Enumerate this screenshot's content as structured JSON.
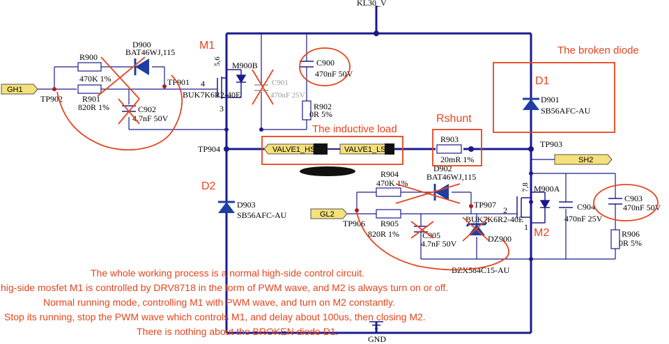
{
  "colors": {
    "wire": "#1a1a8c",
    "ink": "#e5441c",
    "flag": "#f5e07a",
    "part": "#1f3ea3",
    "pin": "#b81c1c"
  },
  "supply": {
    "top": "KL30_V",
    "bottom": "GND"
  },
  "nets": {
    "gh1": "GH1",
    "gl2": "GL2",
    "sh2": "SH2",
    "valve_hs": "VALVE1_HS",
    "valve_ls": "VALVE1_LS"
  },
  "parts": {
    "r900": {
      "ref": "R900",
      "value": "470K 1%"
    },
    "r901": {
      "ref": "R901",
      "value": "820R  1%"
    },
    "d900": {
      "ref": "D900",
      "value": "BAT46WJ,115"
    },
    "c902": {
      "ref": "C902",
      "value": "4.7nF  50V"
    },
    "m900b": {
      "ref": "M900B",
      "value": "BUK7K6R2-40E",
      "pins": "5,6"
    },
    "c901": {
      "ref": "C901",
      "value": "470nF 25V"
    },
    "c900": {
      "ref": "C900",
      "value": "470nF 50V"
    },
    "r902": {
      "ref": "R902",
      "value": "0R  5%"
    },
    "d901": {
      "ref": "D901",
      "value": "SB56AFC-AU"
    },
    "r903": {
      "ref": "R903",
      "value": "20mR 1%"
    },
    "d903": {
      "ref": "D903",
      "value": "SB56AFC-AU"
    },
    "r904": {
      "ref": "R904",
      "value": "470K 1%"
    },
    "d902": {
      "ref": "D902",
      "value": "BAT46WJ,115"
    },
    "r905": {
      "ref": "R905",
      "value": "820R  1%"
    },
    "c905": {
      "ref": "C905",
      "value": "4.7nF  50V"
    },
    "dz900": {
      "ref": "DZ900",
      "value": "BZX584C15-AU"
    },
    "m900a": {
      "ref": "M900A",
      "value": "BUK7K6R2-40E",
      "pins": "7,8"
    },
    "c904": {
      "ref": "C904",
      "value": "470nF 25V"
    },
    "c903": {
      "ref": "C903",
      "value": "470nF 50V"
    },
    "r906": {
      "ref": "R906",
      "value": "0R  5%"
    }
  },
  "testpoints": {
    "tp900": "TP902",
    "tp901": "TP901",
    "tp903": "TP903",
    "tp904": "TP904",
    "tp906": "TP906",
    "tp907": "TP907"
  },
  "pins": {
    "p4": "4",
    "p3": "3",
    "p2": "2",
    "p1": "1"
  },
  "annotations": {
    "m1": "M1",
    "m2": "M2",
    "d1": "D1",
    "d2": "D2",
    "rshunt": "Rshunt",
    "broken": "The broken diode",
    "inductive": "The inductive load",
    "lines": [
      "The whole working process is a normal high-side control circuit.",
      "hig-side mosfet M1 is controlled by DRV8718 in the form of PWM wave, and M2 is always turn on or off.",
      "Normal running mode, controlling M1 with PWM wave, and turn on M2 constantly.",
      "Stop its running, stop the PWM wave which controls  M1, and delay about 100us, then closing M2.",
      "There is nothing about the BROKEN diode D1."
    ]
  }
}
